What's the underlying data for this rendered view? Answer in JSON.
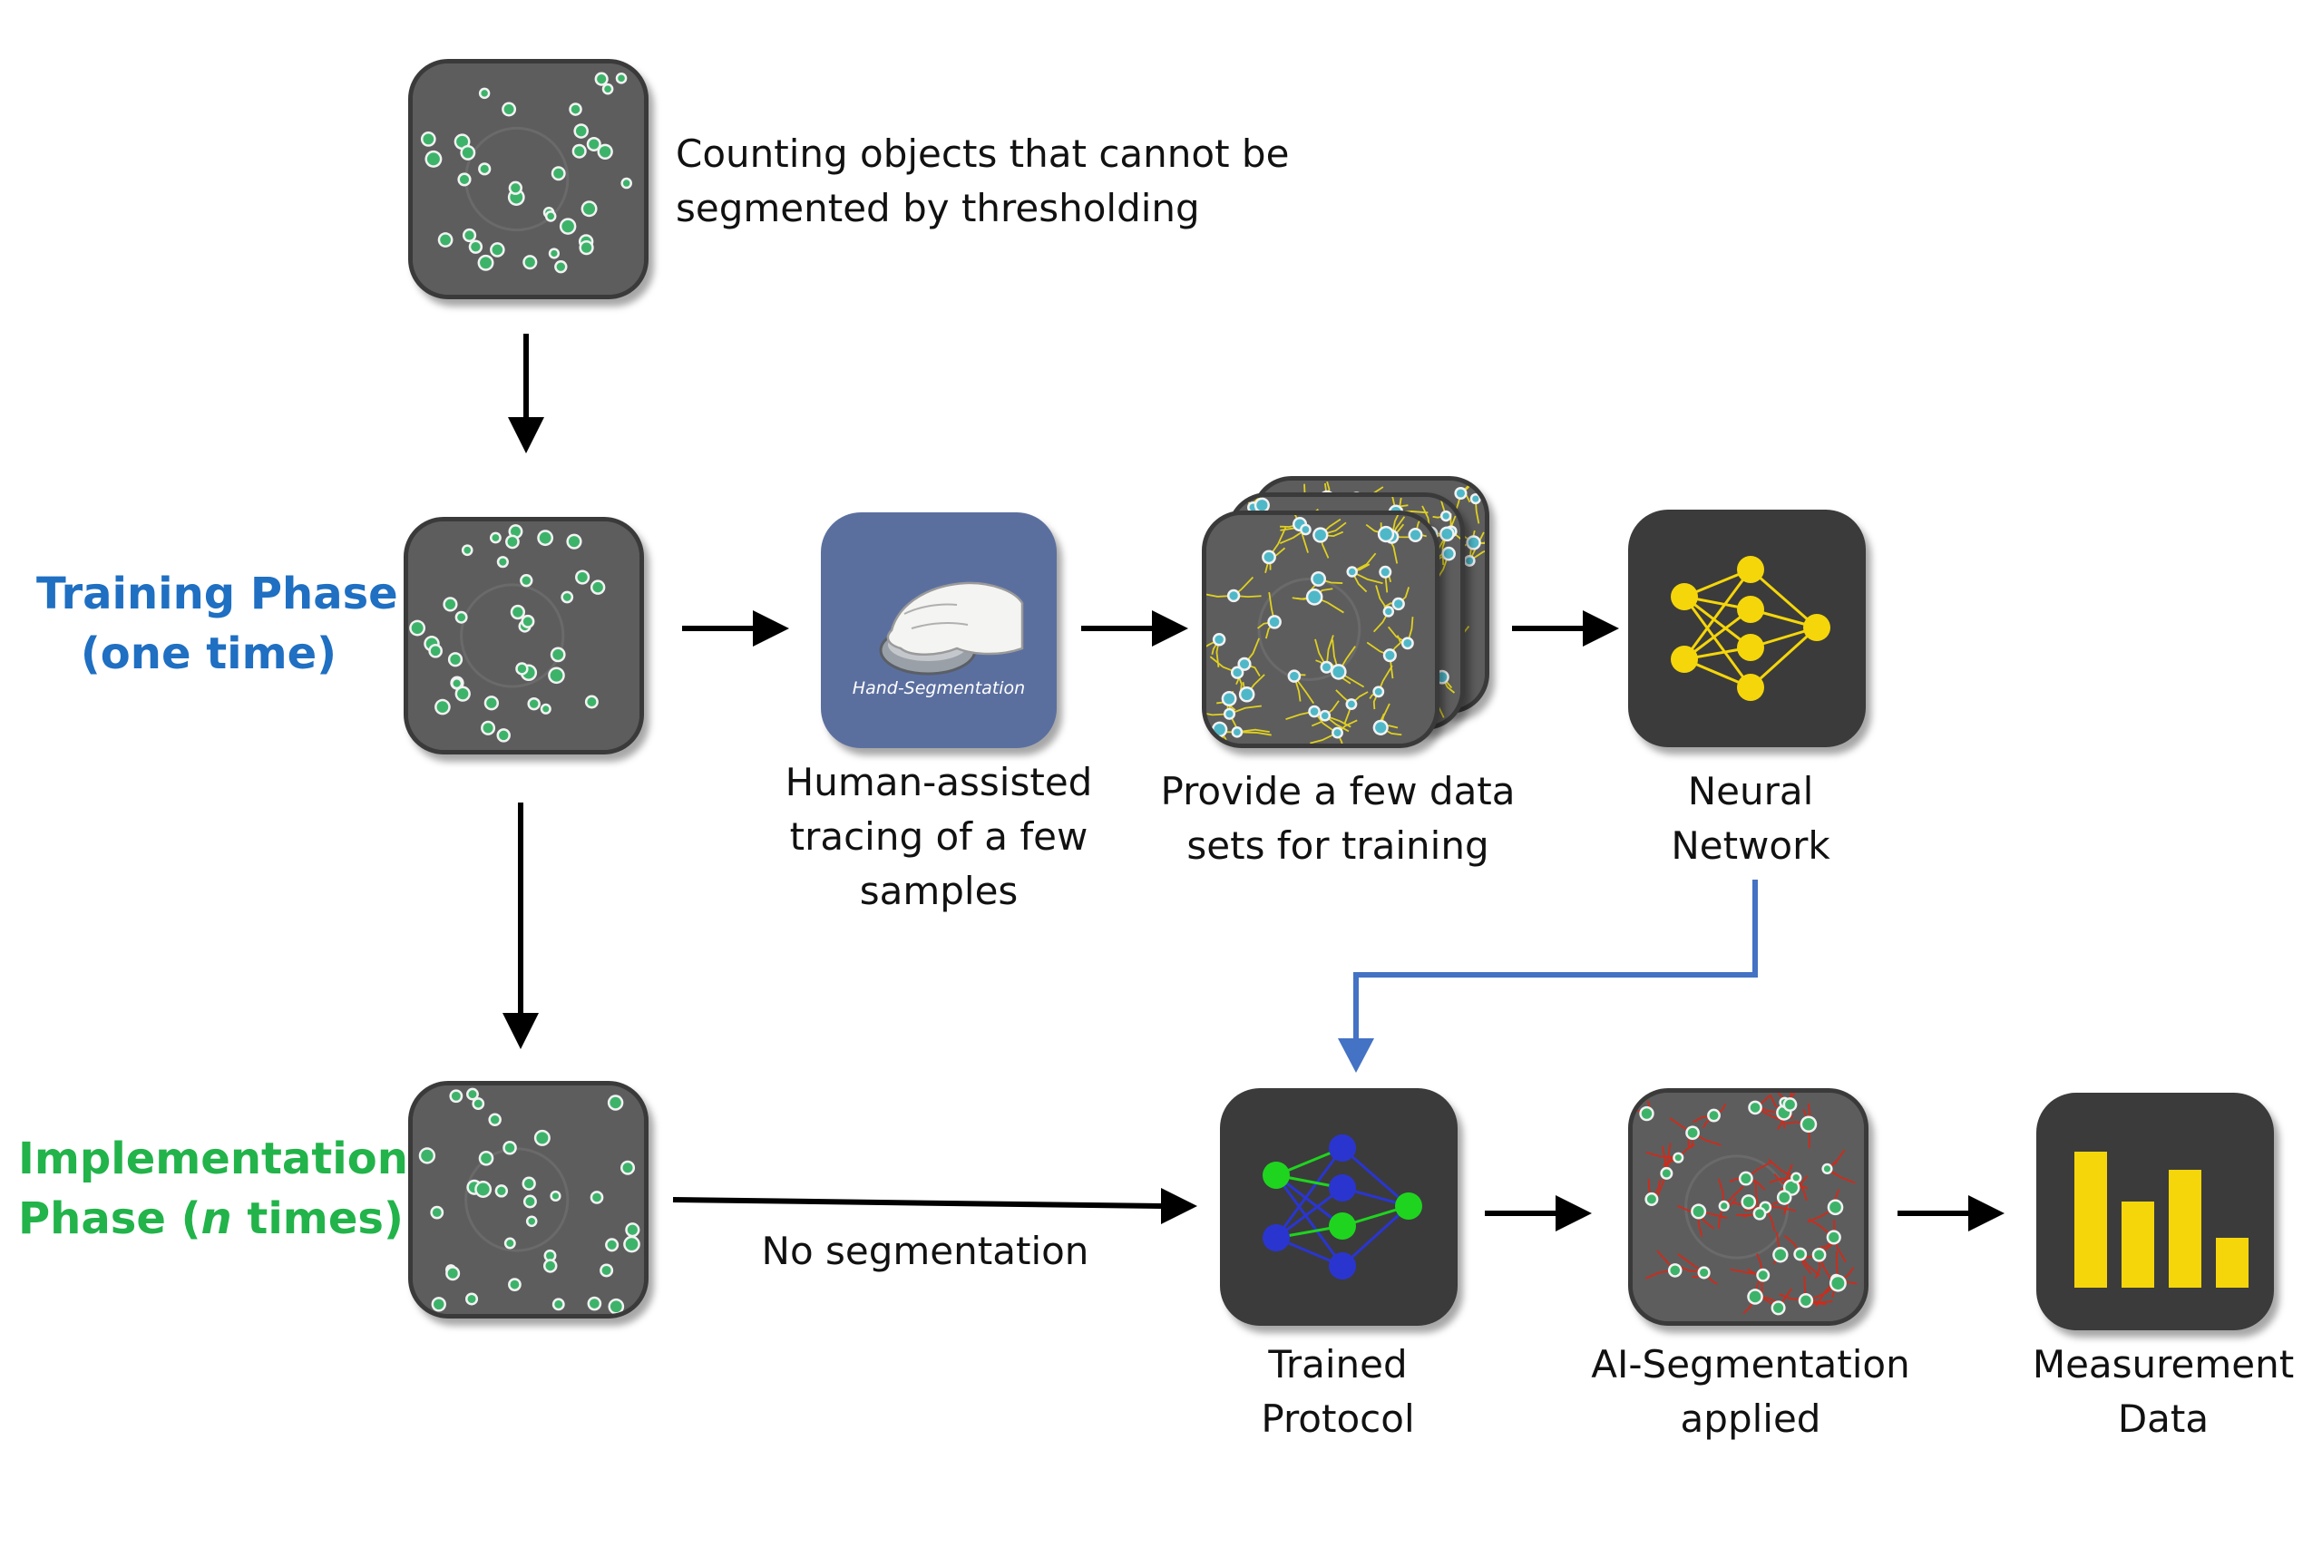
{
  "intro": {
    "line1": "Counting objects that cannot be",
    "line2": "segmented by thresholding"
  },
  "phases": {
    "training": {
      "line1": "Training Phase",
      "line2": "(one time)",
      "color": "#1f6fc2"
    },
    "implementation": {
      "line1": "Implementation",
      "line2_pre": "Phase (",
      "line2_italic": "n",
      "line2_post": " times)",
      "color": "#22b34a"
    }
  },
  "steps": {
    "hand": {
      "icon_text": "Hand-Segmentation",
      "line1": "Human-assisted",
      "line2": "tracing of a few",
      "line3": "samples"
    },
    "datasets": {
      "line1": "Provide a few data",
      "line2": "sets for training"
    },
    "network": {
      "line1": "Neural",
      "line2": "Network"
    },
    "no_seg": {
      "label": "No segmentation"
    },
    "trained": {
      "line1": "Trained",
      "line2": "Protocol"
    },
    "ai_seg": {
      "line1": "AI-Segmentation",
      "line2": "applied"
    },
    "measure": {
      "line1": "Measurement",
      "line2": "Data"
    }
  },
  "colors": {
    "neural_nodes": "#f5d60a",
    "trained_nodes_blue": "#2a35d0",
    "trained_nodes_green": "#1fd41f",
    "tracing_yellow": "#e0d020",
    "tracing_red": "#d02a1a",
    "feedback_arrow": "#4472c4",
    "bar_yellow": "#f5d60a",
    "dark_tile": "#3b3b3b",
    "hand_tile": "#5b6f9f"
  }
}
